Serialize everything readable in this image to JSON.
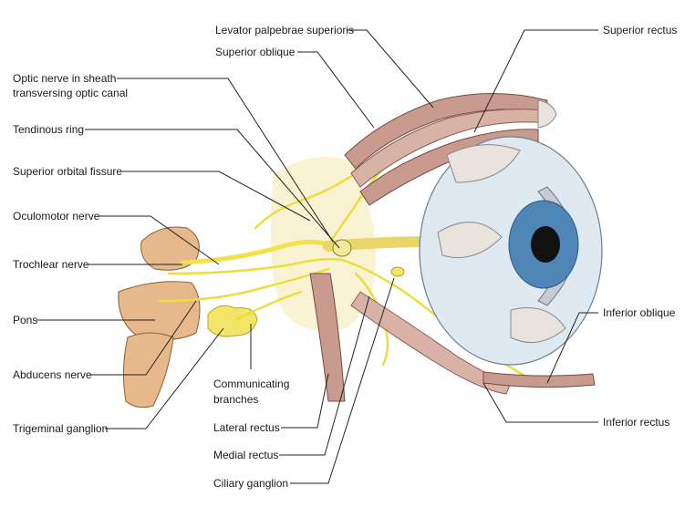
{
  "labels": {
    "levator": "Levator palpebrae superioris",
    "superior_oblique": "Superior oblique",
    "superior_rectus": "Superior rectus",
    "optic_nerve_1": "Optic nerve in sheath",
    "optic_nerve_2": "transversing optic canal",
    "tendinous_ring": "Tendinous ring",
    "superior_orbital_fissure": "Superior orbital fissure",
    "oculomotor": "Oculomotor nerve",
    "trochlear": "Trochlear nerve",
    "pons": "Pons",
    "abducens": "Abducens nerve",
    "trigeminal": "Trigeminal ganglion",
    "communicating_1": "Communicating",
    "communicating_2": "branches",
    "lateral_rectus": "Lateral rectus",
    "medial_rectus": "Medial rectus",
    "ciliary_ganglion": "Ciliary ganglion",
    "inferior_oblique": "Inferior oblique",
    "inferior_rectus": "Inferior rectus"
  },
  "colors": {
    "muscle": "#c99a8e",
    "nerve": "#f2e24a",
    "eyeball": "#dfe9f2",
    "iris": "#4f86b8",
    "background_tint": "#f6eec0"
  }
}
